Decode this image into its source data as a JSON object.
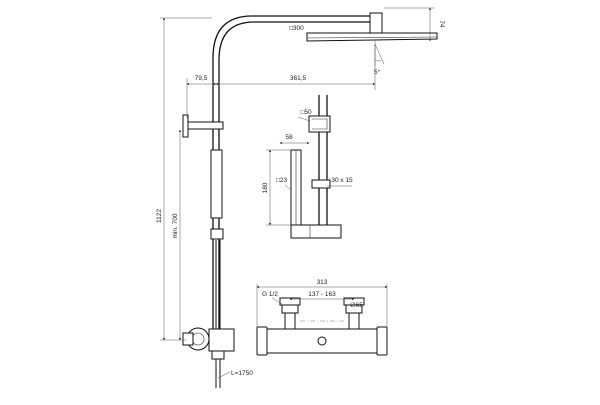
{
  "dimensions": {
    "head_size": "□300",
    "head_height": "74",
    "tilt_angle": "5°",
    "arm_offset": "79,5",
    "arm_reach": "361,5",
    "total_height": "1122",
    "min_height": "min. 700",
    "bracket_size": "□50",
    "handshower_width": "58",
    "handshower_head": "□23",
    "handshower_length": "180",
    "bar_section": "30 x 15",
    "valve_width": "313",
    "inlet_thread": "G 1/2",
    "inlet_centres": "137 - 163",
    "valve_diameter": "∅65",
    "hose_length": "L=1750"
  }
}
